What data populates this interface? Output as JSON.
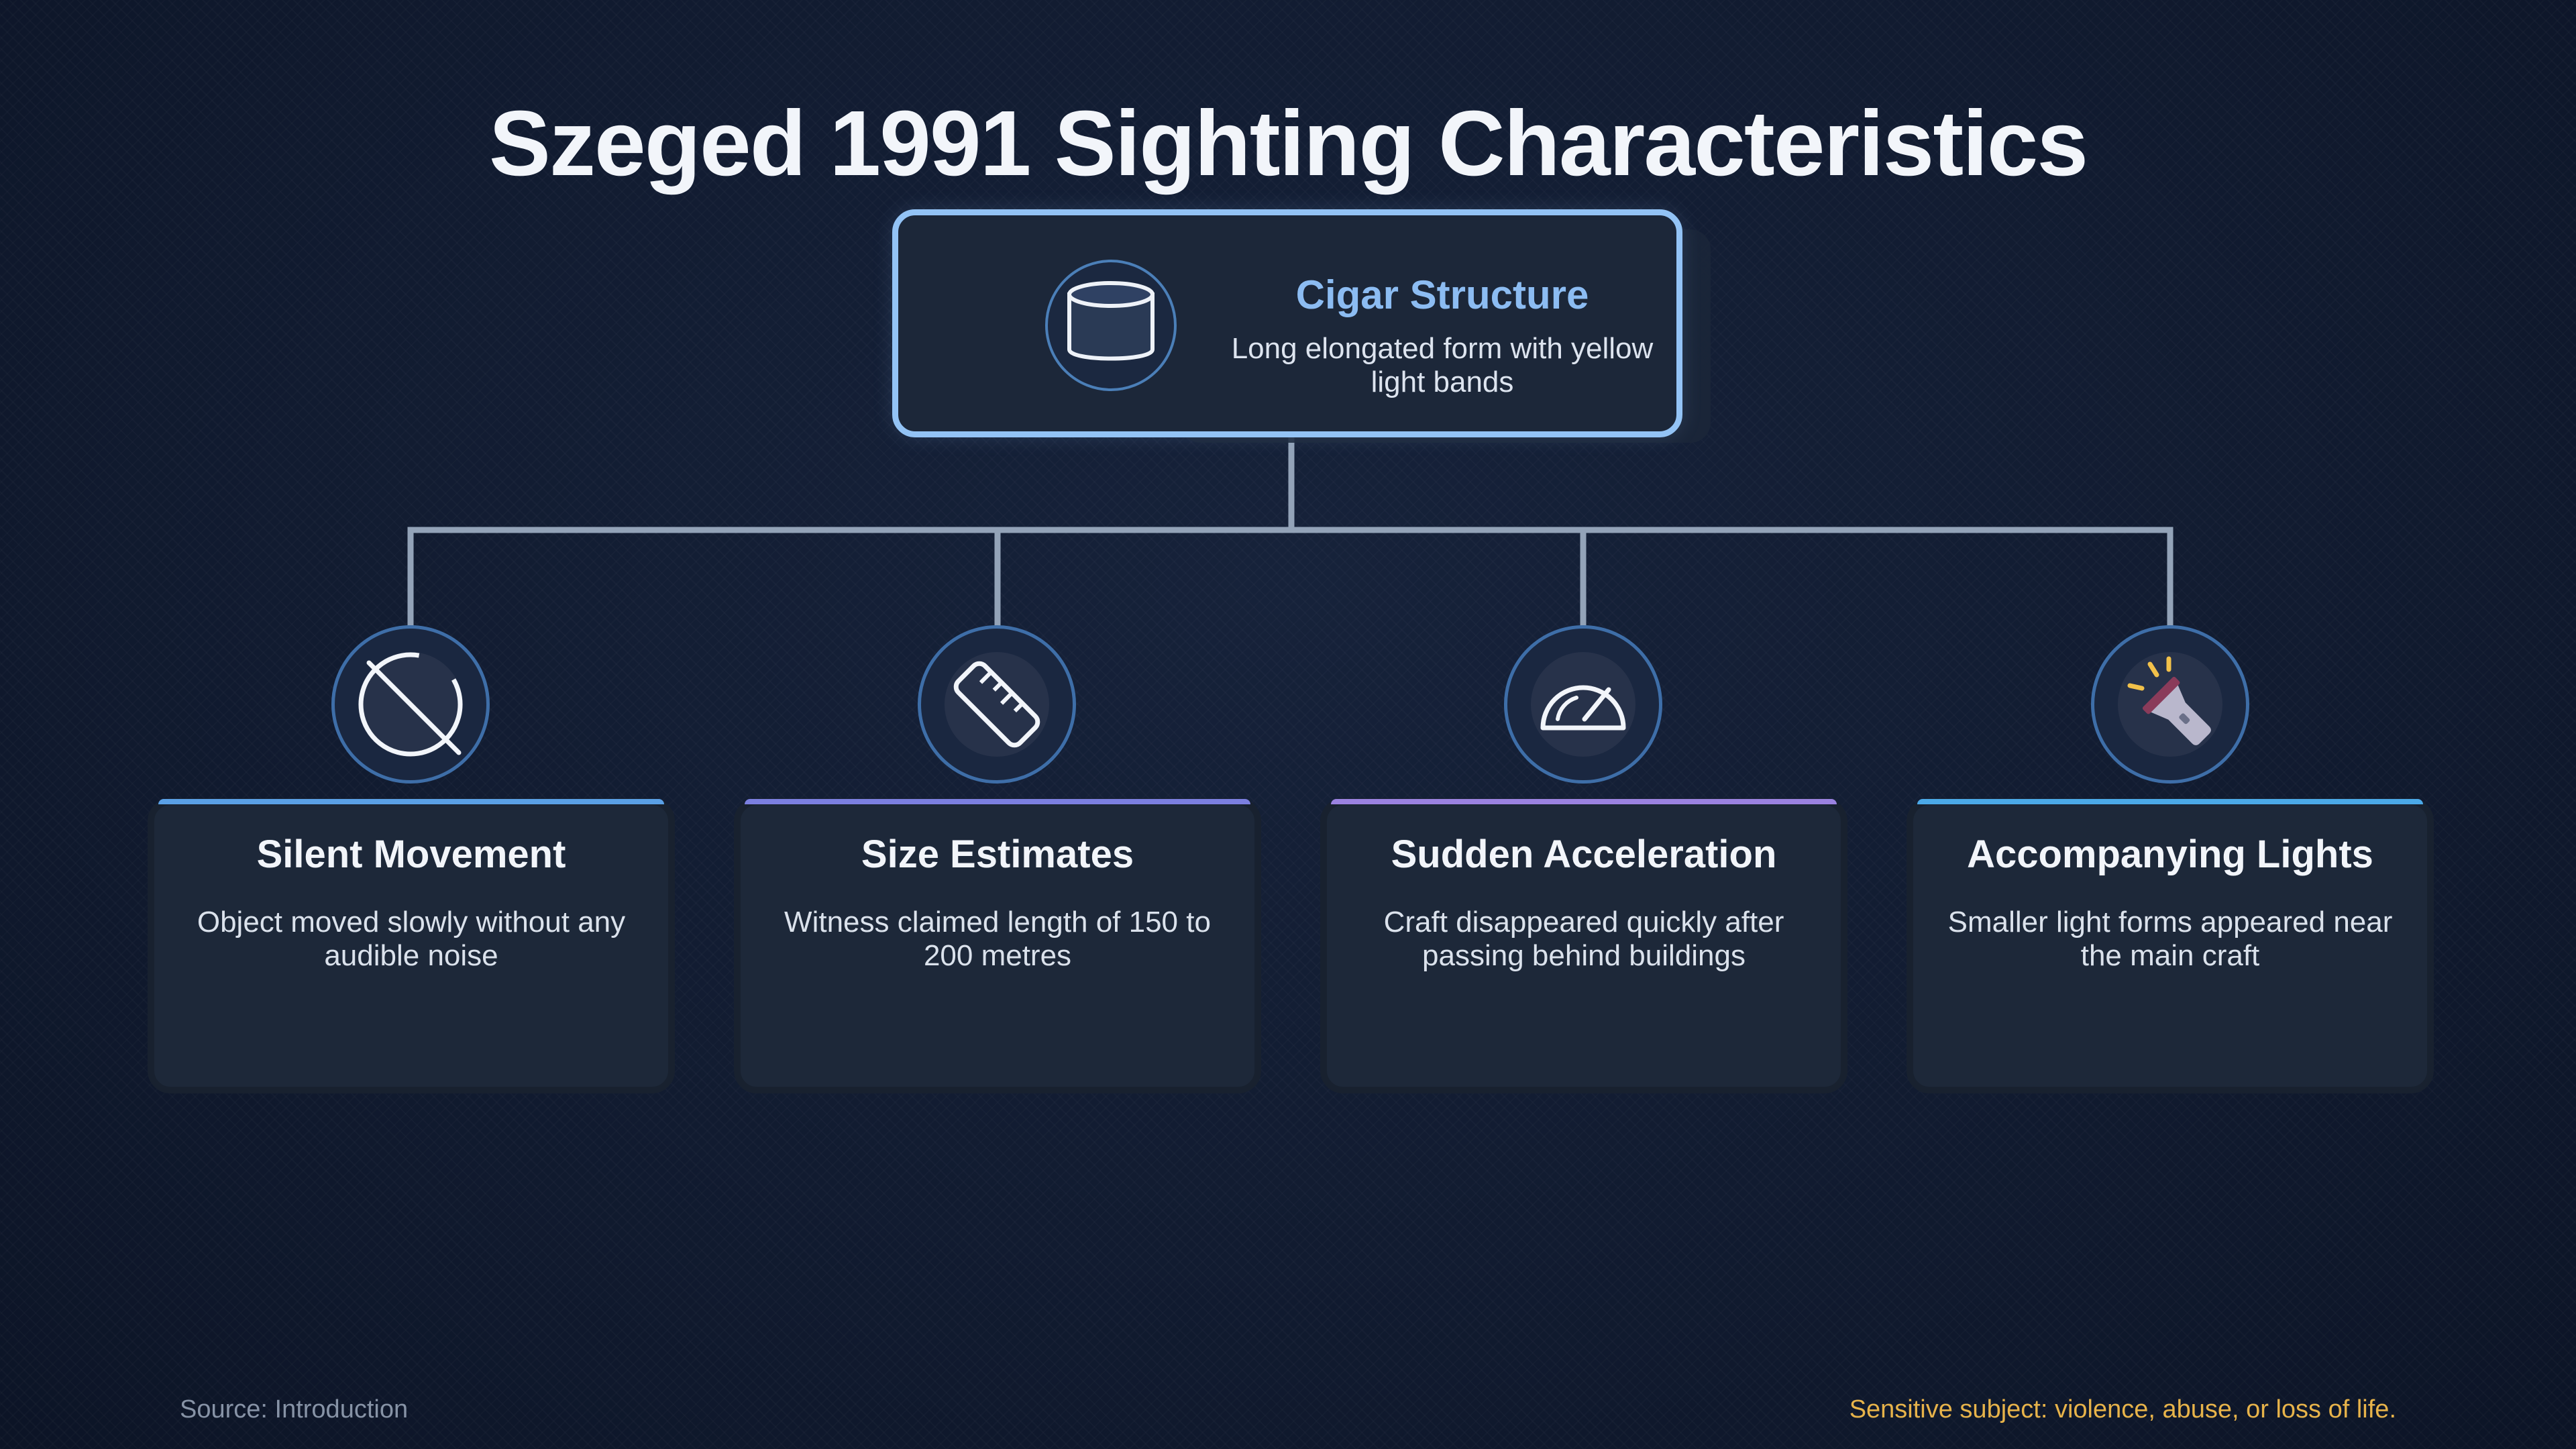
{
  "title": "Szeged 1991 Sighting Characteristics",
  "hub": {
    "title": "Cigar Structure",
    "description": "Long elongated form with yellow light bands",
    "icon": "cylinder-icon"
  },
  "characteristics": [
    {
      "title": "Silent Movement",
      "description": "Object moved slowly without any audible noise",
      "icon": "no-sound-icon",
      "accent": "#5aa0e6"
    },
    {
      "title": "Size Estimates",
      "description": "Witness claimed length of 150 to 200 metres",
      "icon": "ruler-icon",
      "accent": "#7b7fe0"
    },
    {
      "title": "Sudden Acceleration",
      "description": "Craft disappeared quickly after passing behind buildings",
      "icon": "speedometer-icon",
      "accent": "#9a82e0"
    },
    {
      "title": "Accompanying Lights",
      "description": "Smaller light forms appeared near the main craft",
      "icon": "flashlight-icon",
      "accent": "#4ba9e8"
    }
  ],
  "footer": {
    "source": "Source: Introduction",
    "warning": "Sensitive subject: violence, abuse, or loss of life."
  },
  "colors": {
    "background": "#111b30",
    "hub_border": "#93c3f5",
    "hub_title": "#8cbcf2",
    "connector": "#93a3b8",
    "warning": "#e7b34a"
  }
}
